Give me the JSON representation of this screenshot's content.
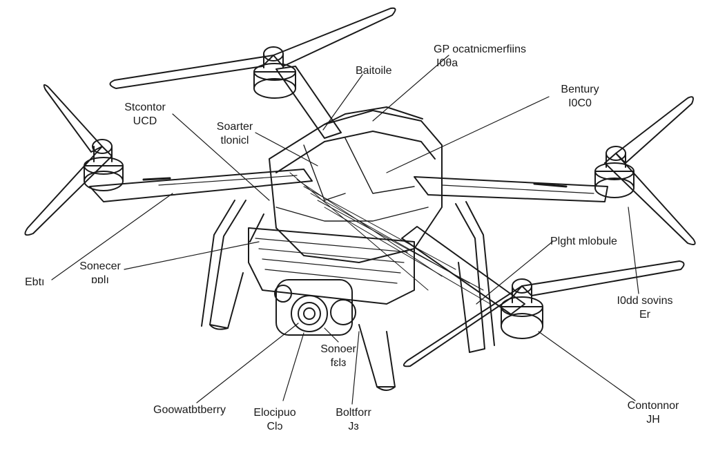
{
  "labels": {
    "gp_module": {
      "line1": "GP ocatnicmerfiins",
      "line2": "I0θa"
    },
    "battery_top": {
      "line1": "Baitoile"
    },
    "bentury": {
      "line1": "Bentury",
      "line2": "I0C0"
    },
    "stcontor": {
      "line1": "Stcontor",
      "line2": "UCD"
    },
    "soarter": {
      "line1": "Soarter",
      "line2": "tlonicl"
    },
    "flight_module": {
      "line1": "Plght mlobule"
    },
    "ebt": {
      "line1": "Ebtı"
    },
    "sonecer_left": {
      "line1": "Sonecer",
      "line2": "ɒɒlı"
    },
    "iod_sovins": {
      "line1": "I0dd sovins",
      "line2": "Er"
    },
    "sonoer_bottom": {
      "line1": "Sonoer",
      "line2": "fɛlɜ"
    },
    "goowatbtbrry": {
      "line1": "Goowatbtberry"
    },
    "elocipuo": {
      "line1": "Elocipuo",
      "line2": "Clↄ"
    },
    "boltforr": {
      "line1": "Boltforr",
      "line2": "Jɜ"
    },
    "contonnor": {
      "line1": "Contonnor",
      "line2": "JH"
    }
  },
  "colors": {
    "ink": "#1a1a1a",
    "background": "#ffffff"
  }
}
